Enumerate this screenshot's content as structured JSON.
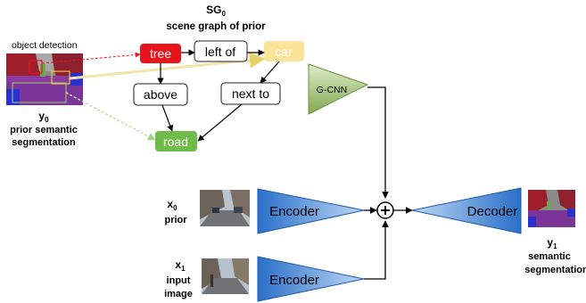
{
  "title": {
    "main": "SG",
    "sub": "0",
    "caption": "scene graph of prior"
  },
  "object_detection_label": "object detection",
  "y0": {
    "main": "y",
    "sub": "0",
    "line1": "prior semantic",
    "line2": "segmentation"
  },
  "nodes": {
    "tree": "tree",
    "left_of": "left of",
    "car": "car",
    "above": "above",
    "next_to": "next to",
    "road": "road"
  },
  "gcnn": "G-CNN",
  "x0": {
    "main": "x",
    "sub": "0",
    "line2": "prior"
  },
  "x1": {
    "main": "x",
    "sub": "1",
    "line2": "input",
    "line3": "image"
  },
  "encoder_top": "Encoder",
  "encoder_bottom": "Encoder",
  "decoder": "Decoder",
  "y1": {
    "main": "y",
    "sub": "1",
    "line1": "semantic",
    "line2": "segmentation"
  },
  "colors": {
    "tree": "#e8141c",
    "car": "#fbe49a",
    "road": "#71bb4a",
    "gcnn": "#8db25e",
    "encoder": "#2f79d4",
    "decoder": "#2f79d4"
  }
}
